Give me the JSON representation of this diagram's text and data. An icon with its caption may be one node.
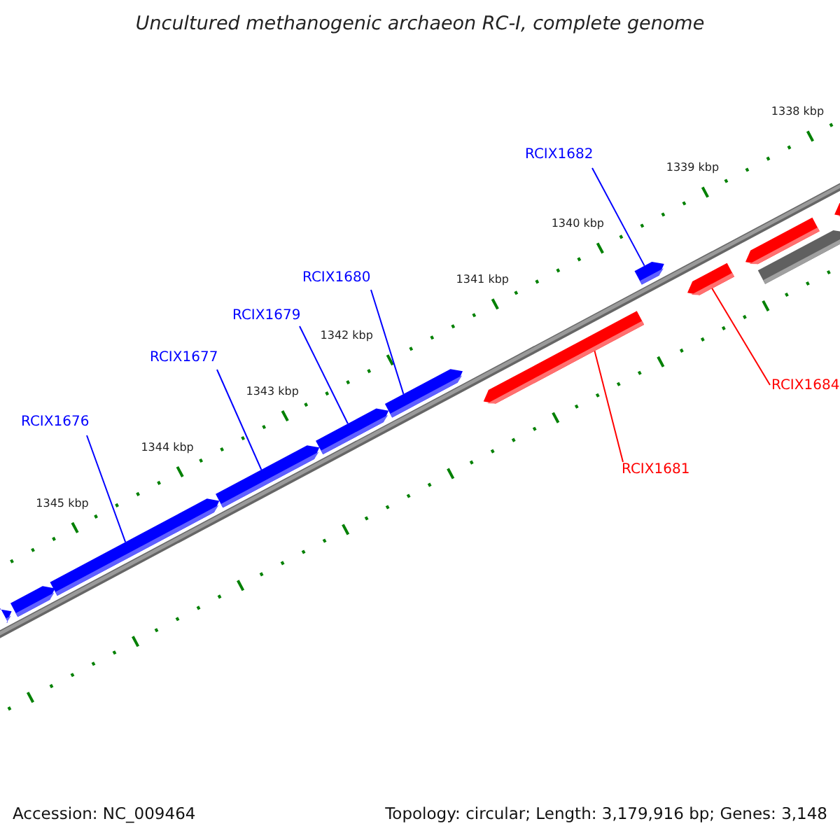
{
  "diagram": {
    "title": "Uncultured methanogenic archaeon RC-I, complete genome",
    "nodes": [
      {
        "text": [
          "RCIX1682"
        ]
      },
      {
        "text": [
          "RCIX1680"
        ]
      },
      {
        "text": [
          "RCIX1679"
        ]
      },
      {
        "text": [
          "RCIX1677"
        ]
      },
      {
        "text": [
          "RCIX1676"
        ]
      },
      {
        "text": [
          "RCIX1684"
        ]
      },
      {
        "text": [
          "RCIX1681"
        ]
      },
      {
        "text": [],
        "shape": "bar"
      },
      {
        "text": [],
        "shape": "bar"
      },
      {
        "text": [],
        "shape": "bar"
      },
      {
        "text": [],
        "shape": "bar"
      },
      {
        "text": [],
        "shape": "bar"
      },
      {
        "text": [],
        "shape": "bar"
      },
      {
        "text": [],
        "shape": "bar"
      },
      {
        "text": [],
        "shape": "bar"
      },
      {
        "text": [],
        "shape": "bar"
      },
      {
        "text": [],
        "shape": "bar"
      },
      {
        "text": [],
        "shape": "bar"
      },
      {
        "text": [],
        "shape": "bar"
      }
    ],
    "edges": [
      {
        "from": 0,
        "to": 14,
        "arrow": "none"
      },
      {
        "from": 1,
        "to": 12,
        "arrow": "none"
      },
      {
        "from": 2,
        "to": 11,
        "arrow": "none"
      },
      {
        "from": 3,
        "to": 10,
        "arrow": "none"
      },
      {
        "from": 4,
        "to": 9,
        "arrow": "none"
      },
      {
        "from": 5,
        "to": 15,
        "arrow": "none",
        "color": "#ff0000"
      },
      {
        "from": 6,
        "to": 13,
        "arrow": "none",
        "color": "#ff0000"
      }
    ],
    "labels": [
      "1338 kbp",
      "1339 kbp",
      "1340 kbp",
      "1341 kbp",
      "1342 kbp",
      "1343 kbp",
      "1344 kbp",
      "1345 kbp",
      "Accession: NC_009464",
      "Topology: circular; Length: 3,179,916 bp; Genes: 3,148"
    ]
  }
}
